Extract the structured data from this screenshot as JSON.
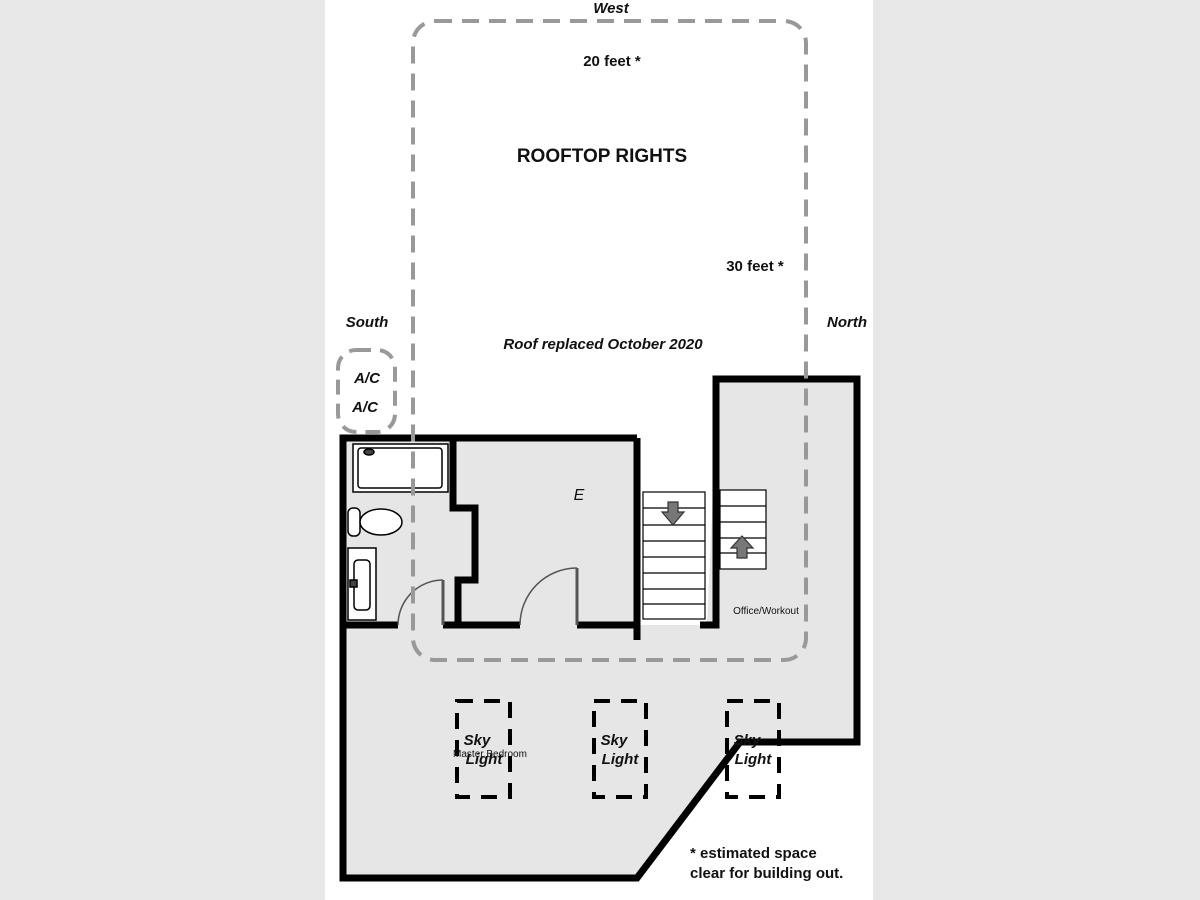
{
  "directions": {
    "west": "West",
    "south": "South",
    "north": "North"
  },
  "rooftop": {
    "title": "ROOFTOP RIGHTS",
    "width_label": "20 feet *",
    "depth_label": "30 feet *",
    "roof_note": "Roof replaced October 2020"
  },
  "ac_units": [
    "A/C",
    "A/C"
  ],
  "rooms": {
    "elevator": "E",
    "office": "Office/Workout",
    "master": "Master Bedroom"
  },
  "skylights": [
    {
      "line1": "Sky",
      "line2": "Light"
    },
    {
      "line1": "Sky",
      "line2": "Light"
    },
    {
      "line1": "Sky",
      "line2": "Light"
    }
  ],
  "footnote": {
    "line1": "* estimated space",
    "line2": "clear for building out."
  },
  "colors": {
    "wall": "#000000",
    "floor": "#e6e6e6",
    "dashed": "#999999",
    "background": "#e7e7e7",
    "sheet": "#ffffff"
  }
}
